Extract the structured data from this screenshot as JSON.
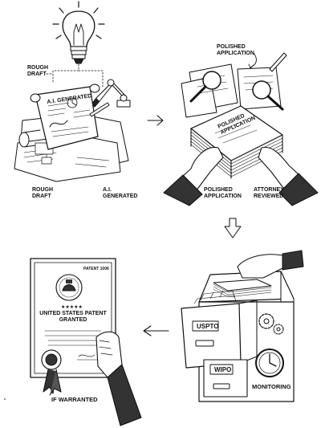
{
  "panel1": {
    "label_rough_draft_top": "ROUGH\nDRAFT",
    "label_ai_generated_doc": "A.I. GENERATED",
    "label_rough_draft_bottom": "ROUGH\nDRAFT",
    "label_ai_generated_bottom": "A.I.\nGENERATED"
  },
  "panel2": {
    "label_polished_application_top": "POLISHED\nAPPLICATION",
    "label_polished_application_stack": "POLISHED\nAPPLICATION",
    "label_polished_application_bottom": "POLISHED\nAPPLICATION",
    "label_attorney_reviewed": "ATTORNEY\nREVIEWED"
  },
  "panel3": {
    "label_uspto": "USPTO",
    "label_wipo": "WIPO",
    "label_monitoring": "MONITORING"
  },
  "panel4": {
    "label_patent_number": "PATENT 1006",
    "label_stars": "★★★★★",
    "label_certificate_title": "UNITED STATES PATENT\nGRANTED",
    "label_if_warranted": "IF WARRANTED"
  },
  "icons": [
    "lightbulb-icon",
    "robot-arm-icon",
    "magnifier-icon",
    "pen-icon",
    "hands-icon",
    "filing-cabinet-icon",
    "gears-icon",
    "clock-icon",
    "seal-icon",
    "ribbon-icon",
    "arrow-right-icon",
    "arrow-down-icon",
    "arrow-left-icon"
  ]
}
